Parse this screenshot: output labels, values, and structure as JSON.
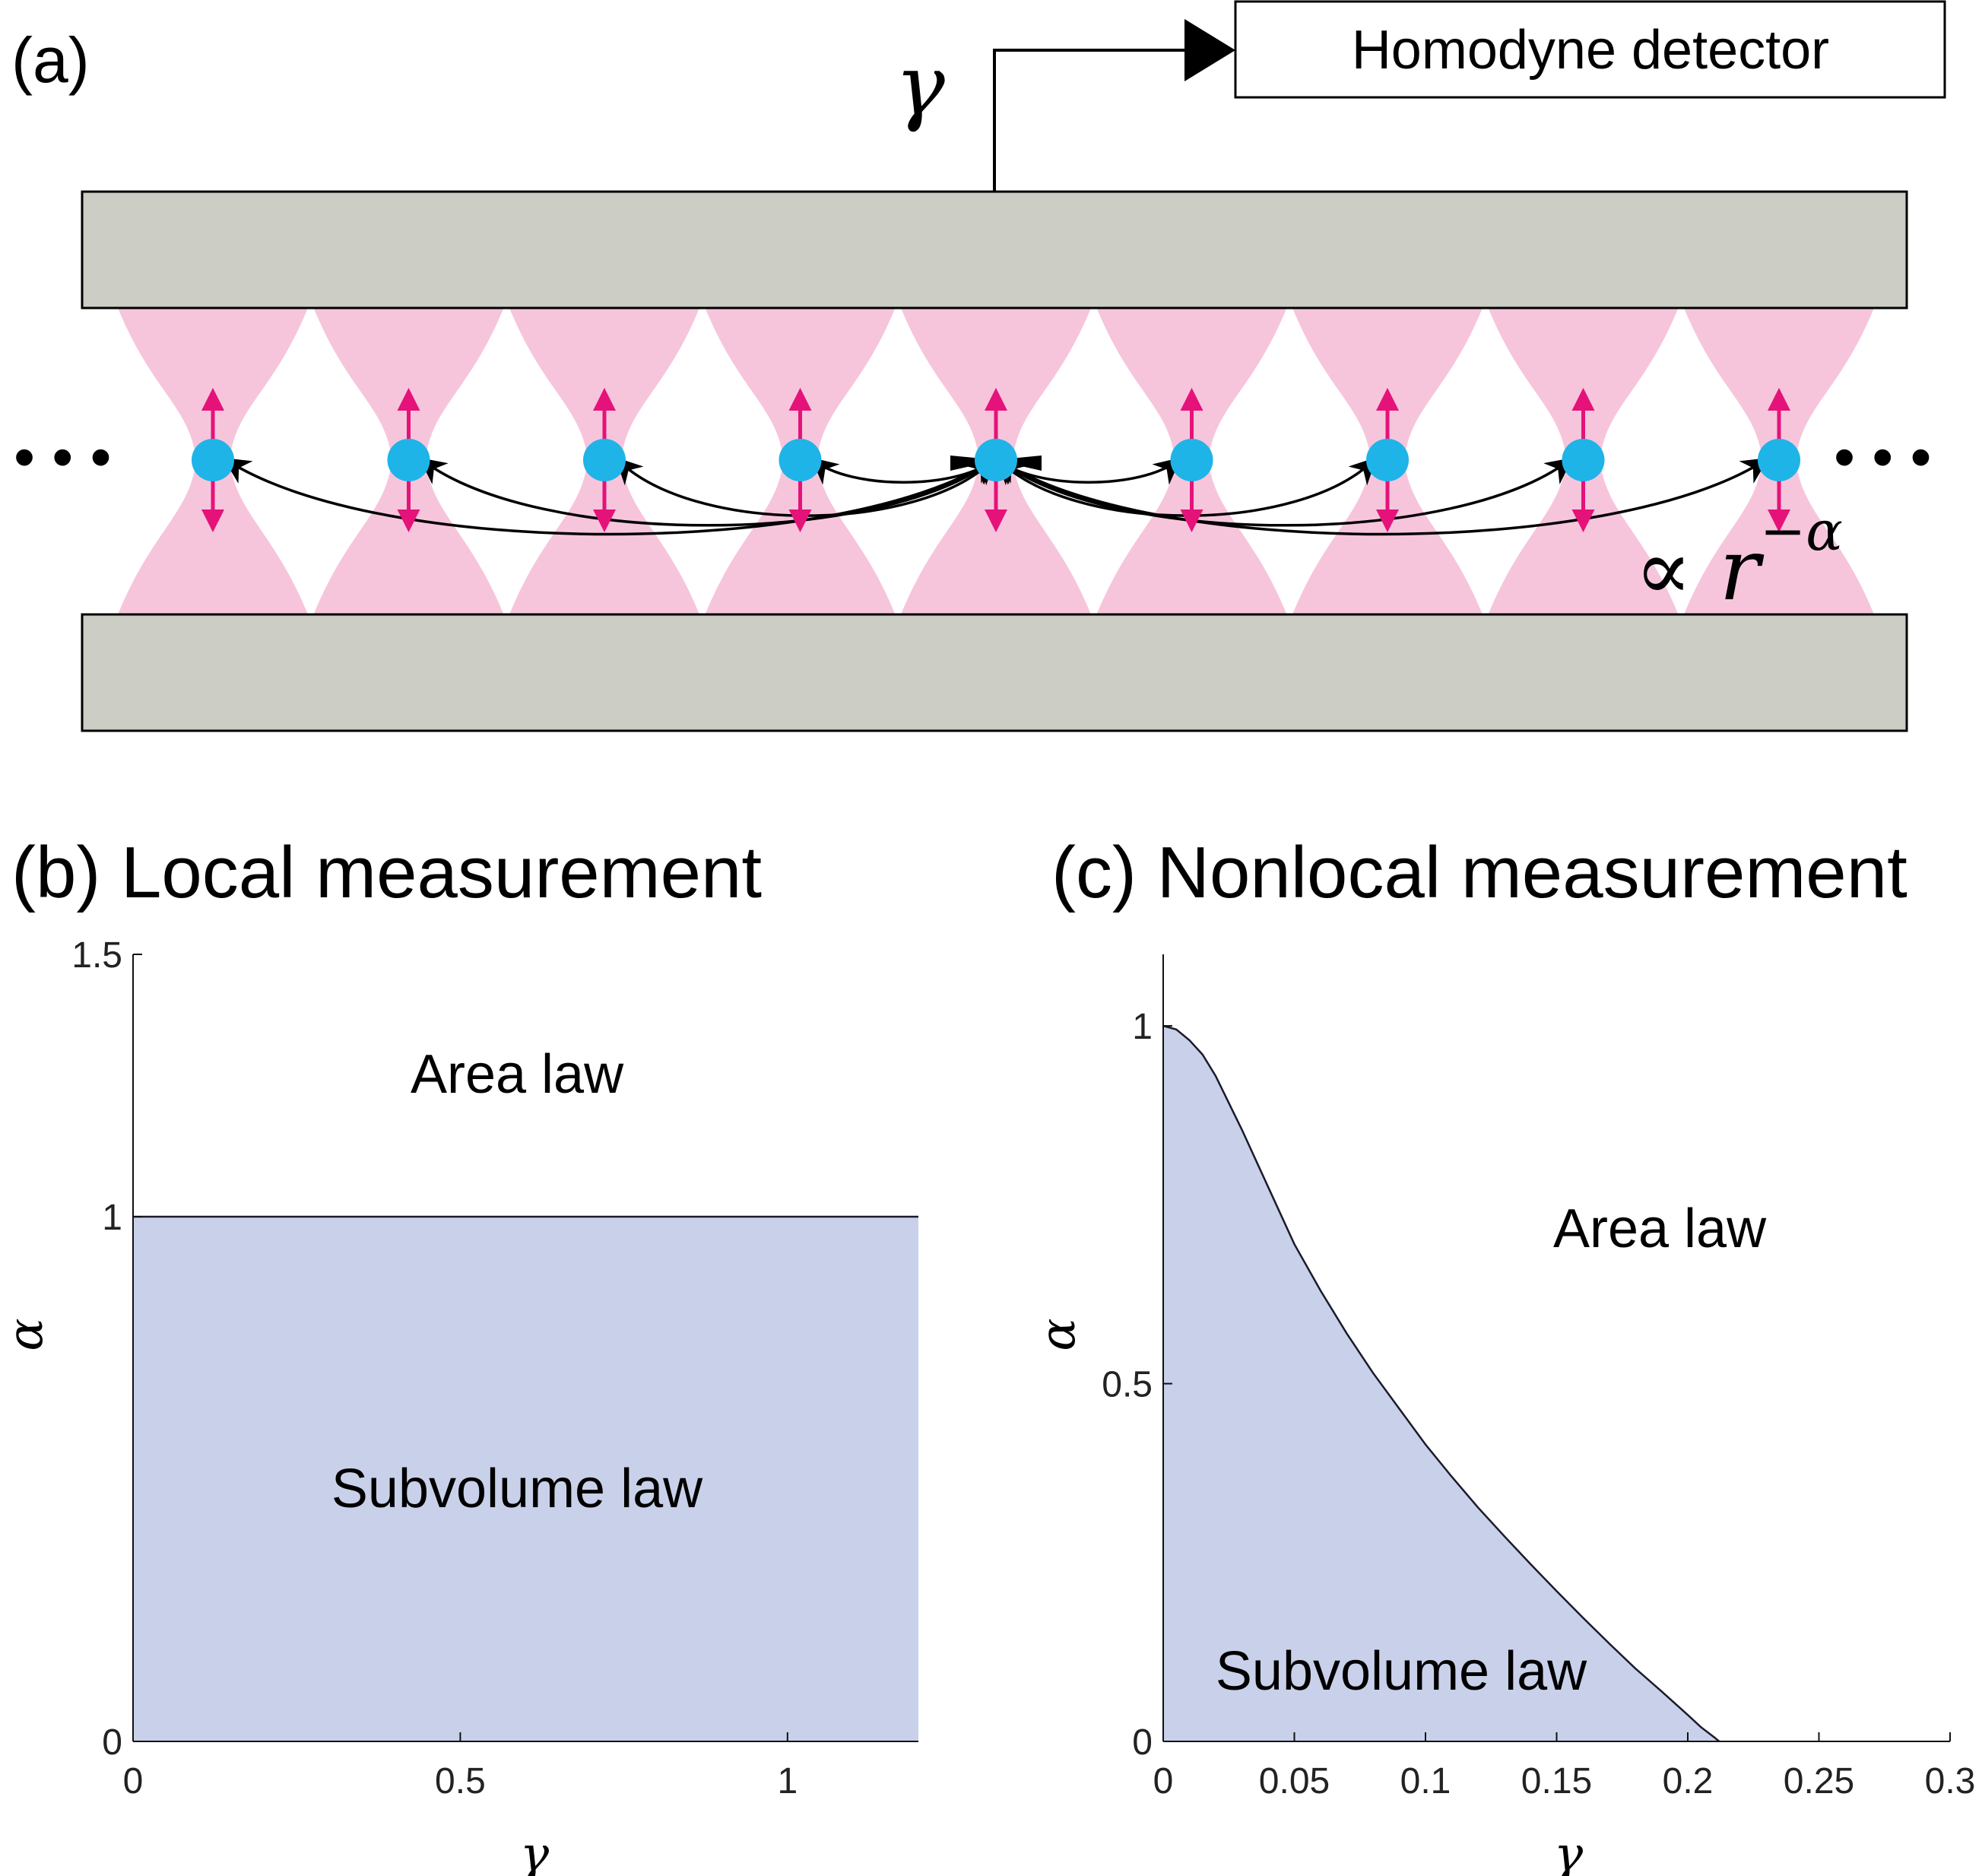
{
  "panel_a": {
    "label": "(a)",
    "detector_label": "Homodyne detector",
    "gamma_symbol": "γ",
    "ellipsis_left": "• • •",
    "ellipsis_right": "• • •",
    "power_law": "∝ r",
    "power_law_exponent": "−α",
    "colors": {
      "mirror": "#cccdc4",
      "trap": "#f6c5dc",
      "atom": "#1eb4e8",
      "spin": "#e5127a"
    }
  },
  "panel_b": {
    "title": "(b) Local measurement",
    "region_area": "Area law",
    "region_subvolume": "Subvolume law",
    "xlabel": "γ",
    "ylabel": "α",
    "xticks": [
      "0",
      "0.5",
      "1"
    ],
    "yticks": [
      "0",
      "1",
      "1.5"
    ]
  },
  "panel_c": {
    "title": "(c) Nonlocal measurement",
    "region_area": "Area law",
    "region_subvolume": "Subvolume law",
    "xlabel": "γ",
    "ylabel": "α",
    "xticks": [
      "0",
      "0.05",
      "0.1",
      "0.15",
      "0.2",
      "0.25",
      "0.3"
    ],
    "yticks": [
      "0",
      "0.5",
      "1"
    ]
  },
  "chart_data": [
    {
      "type": "area",
      "xlim": [
        0,
        1.2
      ],
      "ylim": [
        0,
        1.5
      ],
      "xticks": [
        0,
        0.5,
        1
      ],
      "yticks": [
        0,
        1,
        1.5
      ],
      "boundary": {
        "x": [
          0,
          1.2
        ],
        "y": [
          1,
          1
        ]
      },
      "fill_color": "#c9d1ea",
      "grid": false
    },
    {
      "type": "area",
      "xlim": [
        0,
        0.3
      ],
      "ylim": [
        0,
        1.1
      ],
      "xticks": [
        0,
        0.05,
        0.1,
        0.15,
        0.2,
        0.25,
        0.3
      ],
      "yticks": [
        0,
        0.5,
        1
      ],
      "boundary": {
        "x": [
          0,
          0.005,
          0.01,
          0.015,
          0.02,
          0.03,
          0.04,
          0.05,
          0.06,
          0.07,
          0.08,
          0.09,
          0.1,
          0.11,
          0.12,
          0.13,
          0.14,
          0.15,
          0.16,
          0.17,
          0.18,
          0.19,
          0.2,
          0.205,
          0.21,
          0.212
        ],
        "y": [
          1.0,
          0.995,
          0.98,
          0.96,
          0.93,
          0.855,
          0.775,
          0.695,
          0.63,
          0.57,
          0.515,
          0.465,
          0.415,
          0.37,
          0.327,
          0.287,
          0.248,
          0.21,
          0.173,
          0.137,
          0.102,
          0.07,
          0.037,
          0.02,
          0.006,
          0
        ]
      },
      "fill_color": "#c9d1ea",
      "grid": false
    }
  ]
}
